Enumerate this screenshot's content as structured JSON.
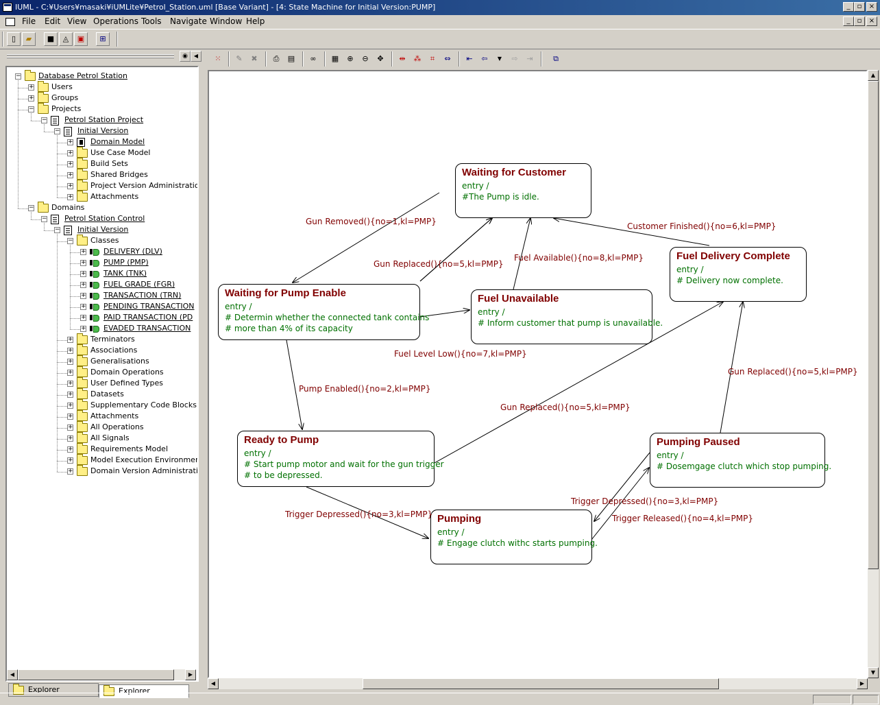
{
  "window": {
    "title": "IUML - C:¥Users¥masaki¥iUMLite¥Petrol_Station.uml [Base Variant] - [4: State Machine for Initial Version:PUMP]",
    "min_glyph": "_",
    "max_glyph": "▫",
    "close_glyph": "×"
  },
  "menu": [
    "File",
    "Edit",
    "View",
    "Operations",
    "Tools",
    "Navigate",
    "Window",
    "Help"
  ],
  "tree": [
    {
      "label": "Database Petrol Station",
      "level": 0,
      "icon": "folder-open",
      "expander": "−",
      "link": true
    },
    {
      "label": "Users",
      "level": 1,
      "icon": "folder",
      "expander": "+",
      "link": false
    },
    {
      "label": "Groups",
      "level": 1,
      "icon": "folder",
      "expander": "+",
      "link": false
    },
    {
      "label": "Projects",
      "level": 1,
      "icon": "folder-open",
      "expander": "−",
      "link": false
    },
    {
      "label": "Petrol Station Project",
      "level": 2,
      "icon": "doc",
      "expander": "−",
      "link": true
    },
    {
      "label": "Initial Version",
      "level": 3,
      "icon": "doc",
      "expander": "−",
      "link": true
    },
    {
      "label": "Domain Model",
      "level": 4,
      "icon": "model",
      "expander": "+",
      "link": true
    },
    {
      "label": "Use Case Model",
      "level": 4,
      "icon": "folder",
      "expander": "+",
      "link": false
    },
    {
      "label": "Build Sets",
      "level": 4,
      "icon": "folder",
      "expander": "+",
      "link": false
    },
    {
      "label": "Shared Bridges",
      "level": 4,
      "icon": "folder",
      "expander": "+",
      "link": false
    },
    {
      "label": "Project Version Administration",
      "level": 4,
      "icon": "folder",
      "expander": "+",
      "link": false
    },
    {
      "label": "Attachments",
      "level": 4,
      "icon": "folder",
      "expander": "+",
      "link": false
    },
    {
      "label": "Domains",
      "level": 1,
      "icon": "folder-open",
      "expander": "−",
      "link": false
    },
    {
      "label": "Petrol Station Control",
      "level": 2,
      "icon": "doc",
      "expander": "−",
      "link": true
    },
    {
      "label": "Initial Version",
      "level": 3,
      "icon": "doc",
      "expander": "−",
      "link": true
    },
    {
      "label": "Classes",
      "level": 4,
      "icon": "folder-open",
      "expander": "−",
      "link": false
    },
    {
      "label": "DELIVERY (DLV)",
      "level": 5,
      "icon": "class",
      "expander": "+",
      "link": true
    },
    {
      "label": "PUMP (PMP)",
      "level": 5,
      "icon": "class",
      "expander": "+",
      "link": true
    },
    {
      "label": "TANK (TNK)",
      "level": 5,
      "icon": "class",
      "expander": "+",
      "link": true
    },
    {
      "label": "FUEL GRADE (FGR)",
      "level": 5,
      "icon": "class",
      "expander": "+",
      "link": true
    },
    {
      "label": "TRANSACTION (TRN)",
      "level": 5,
      "icon": "class",
      "expander": "+",
      "link": true
    },
    {
      "label": "PENDING TRANSACTION",
      "level": 5,
      "icon": "class",
      "expander": "+",
      "link": true
    },
    {
      "label": "PAID TRANSACTION (PD",
      "level": 5,
      "icon": "class",
      "expander": "+",
      "link": true
    },
    {
      "label": "EVADED TRANSACTION",
      "level": 5,
      "icon": "class",
      "expander": "+",
      "link": true
    },
    {
      "label": "Terminators",
      "level": 4,
      "icon": "folder",
      "expander": "+",
      "link": false
    },
    {
      "label": "Associations",
      "level": 4,
      "icon": "folder",
      "expander": "+",
      "link": false
    },
    {
      "label": "Generalisations",
      "level": 4,
      "icon": "folder",
      "expander": "+",
      "link": false
    },
    {
      "label": "Domain Operations",
      "level": 4,
      "icon": "folder",
      "expander": "+",
      "link": false
    },
    {
      "label": "User Defined Types",
      "level": 4,
      "icon": "folder",
      "expander": "+",
      "link": false
    },
    {
      "label": "Datasets",
      "level": 4,
      "icon": "folder",
      "expander": "+",
      "link": false
    },
    {
      "label": "Supplementary Code Blocks",
      "level": 4,
      "icon": "folder",
      "expander": "+",
      "link": false
    },
    {
      "label": "Attachments",
      "level": 4,
      "icon": "folder",
      "expander": "+",
      "link": false
    },
    {
      "label": "All Operations",
      "level": 4,
      "icon": "folder",
      "expander": "+",
      "link": false
    },
    {
      "label": "All Signals",
      "level": 4,
      "icon": "folder",
      "expander": "+",
      "link": false
    },
    {
      "label": "Requirements Model",
      "level": 4,
      "icon": "folder",
      "expander": "+",
      "link": false
    },
    {
      "label": "Model Execution Environment",
      "level": 4,
      "icon": "folder",
      "expander": "+",
      "link": false
    },
    {
      "label": "Domain Version Administration",
      "level": 4,
      "icon": "folder",
      "expander": "+",
      "link": false
    }
  ],
  "tabs": [
    {
      "label": "Explorer",
      "active": false
    },
    {
      "label": "Explorer",
      "active": true
    }
  ],
  "states": [
    {
      "id": "waiting-for-customer",
      "name": "Waiting for Customer",
      "entry": "entry /",
      "lines": [
        "#The Pump is idle."
      ]
    },
    {
      "id": "waiting-for-pump-enable",
      "name": "Waiting for Pump Enable",
      "entry": "entry /",
      "lines": [
        "# Determin whether the connected tank contains",
        "# more than 4% of its capacity"
      ]
    },
    {
      "id": "fuel-unavailable",
      "name": "Fuel Unavailable",
      "entry": "entry /",
      "lines": [
        "# Inform customer that pump is unavailable."
      ]
    },
    {
      "id": "fuel-delivery-complete",
      "name": "Fuel Delivery Complete",
      "entry": "entry /",
      "lines": [
        "# Delivery now complete."
      ]
    },
    {
      "id": "ready-to-pump",
      "name": "Ready to Pump",
      "entry": "entry /",
      "lines": [
        "# Start pump motor  and wait for the gun trigger",
        "# to be depressed."
      ]
    },
    {
      "id": "pumping-paused",
      "name": "Pumping Paused",
      "entry": "entry /",
      "lines": [
        "# Dosemgage clutch which stop pumping."
      ]
    },
    {
      "id": "pumping",
      "name": "Pumping",
      "entry": "entry /",
      "lines": [
        "# Engage clutch withc starts pumping."
      ]
    }
  ],
  "transitions": [
    {
      "id": "t1",
      "label": "Gun Removed(){no=1,kl=PMP}"
    },
    {
      "id": "t2",
      "label": "Pump Enabled(){no=2,kl=PMP}"
    },
    {
      "id": "t3",
      "label": "Trigger Depressed(){no=3,kl=PMP}"
    },
    {
      "id": "t3b",
      "label": "Trigger Depressed(){no=3,kl=PMP}"
    },
    {
      "id": "t4",
      "label": "Trigger Released(){no=4,kl=PMP}"
    },
    {
      "id": "t5a",
      "label": "Gun Replaced(){no=5,kl=PMP}"
    },
    {
      "id": "t5b",
      "label": "Gun Replaced(){no=5,kl=PMP}"
    },
    {
      "id": "t5c",
      "label": "Gun Replaced(){no=5,kl=PMP}"
    },
    {
      "id": "t6",
      "label": "Customer Finished(){no=6,kl=PMP}"
    },
    {
      "id": "t7",
      "label": "Fuel Level Low(){no=7,kl=PMP}"
    },
    {
      "id": "t8",
      "label": "Fuel Available(){no=8,kl=PMP}"
    }
  ]
}
